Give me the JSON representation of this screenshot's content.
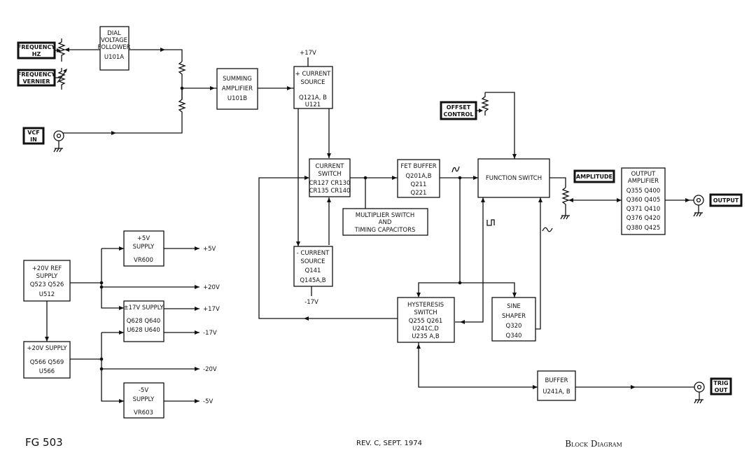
{
  "footer": {
    "model": "FG 503",
    "revision": "REV. C, SEPT. 1974",
    "title": "Block Diagram"
  },
  "terminals": {
    "frequency_hz": [
      "FREQUENCY",
      "HZ"
    ],
    "frequency_vernier": [
      "FREQUENCY",
      "VERNIER"
    ],
    "vcf_in": [
      "VCF",
      "IN"
    ],
    "offset_control": [
      "OFFSET",
      "CONTROL"
    ],
    "amplitude": "AMPLITUDE",
    "output": "OUTPUT",
    "trig_out": [
      "TRIG",
      "OUT"
    ]
  },
  "blocks": {
    "dial_follower": [
      "DIAL",
      "VOLTAGE",
      "FOLLOWER",
      "U101A"
    ],
    "summing_amp": [
      "SUMMING",
      "AMPLIFIER",
      "U101B"
    ],
    "plus_current_source": [
      "+ CURRENT",
      "SOURCE",
      "Q121A, B",
      "U121"
    ],
    "current_switch": [
      "CURRENT",
      "SWITCH",
      "CR127 CR130",
      "CR135 CR140"
    ],
    "fet_buffer": [
      "FET BUFFER",
      "Q201A,B",
      "Q211",
      "Q221"
    ],
    "multiplier": [
      "MULTIPLIER SWITCH",
      "AND",
      "TIMING CAPACITORS"
    ],
    "minus_current_source": [
      "- CURRENT",
      "SOURCE",
      "Q141",
      "Q145A,B"
    ],
    "function_switch": [
      "FUNCTION SWITCH"
    ],
    "output_amp": [
      "OUTPUT",
      "AMPLIFIER",
      "Q355  Q400",
      "Q360  Q405",
      "Q371  Q410",
      "Q376  Q420",
      "Q380  Q425"
    ],
    "hysteresis": [
      "HYSTERESIS",
      "SWITCH",
      "Q255  Q261",
      "U241C,D",
      "U235 A,B"
    ],
    "sine_shaper": [
      "SINE",
      "SHAPER",
      "Q320",
      "Q340"
    ],
    "buffer": [
      "BUFFER",
      "U241A, B"
    ],
    "ref_supply": [
      "+20V REF",
      "SUPPLY",
      "Q523  Q526",
      "U512"
    ],
    "plus5_supply": [
      "+5V",
      "SUPPLY",
      "VR600"
    ],
    "pm17_supply": [
      "±17V SUPPLY",
      "Q628 Q640",
      "U628 U640"
    ],
    "plus20_supply": [
      "+20V SUPPLY",
      "Q566 Q569",
      "U566"
    ],
    "minus5_supply": [
      "-5V",
      "SUPPLY",
      "VR603"
    ]
  },
  "rails": {
    "plus17_top": "+17V",
    "minus17_bottom": "-17V",
    "out_plus5": "+5V",
    "out_plus20": "+20V",
    "out_plus17": "+17V",
    "out_minus17": "-17V",
    "out_minus20": "-20V",
    "out_minus5": "-5V"
  }
}
